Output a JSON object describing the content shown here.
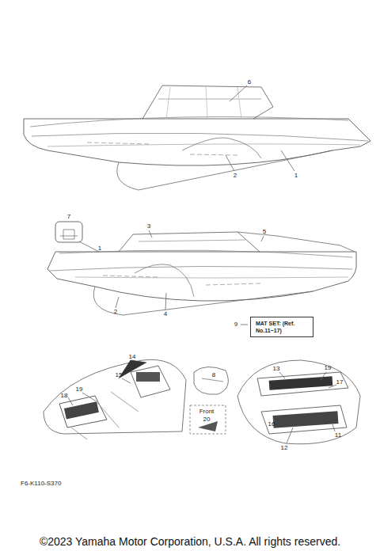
{
  "diagram": {
    "nodes": [
      {
        "text": [
          "MAT SET: (Ref. No.11~17)"
        ]
      }
    ],
    "labels": [
      "6",
      "2",
      "1",
      "7",
      "3",
      "5",
      "1",
      "2",
      "4",
      "9",
      "14",
      "15",
      "18",
      "19",
      "8",
      "Front",
      "20",
      "13",
      "19",
      "17",
      "16",
      "12",
      "11",
      "F6-K110-S370",
      "©2023 Yamaha Motor Corporation, U.S.A. All rights reserved."
    ]
  }
}
